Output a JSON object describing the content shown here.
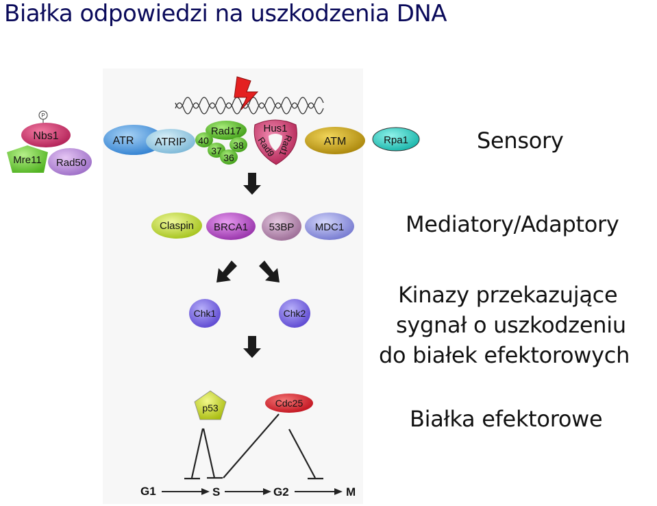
{
  "title": "Białka odpowiedzi na uszkodzenia DNA",
  "labels": {
    "sensors": "Sensory",
    "mediators": "Mediatory/Adaptory",
    "kinases_line1": "Kinazy przekazujące",
    "kinases_line2": "sygnał o uszkodzeniu",
    "kinases_line3": "do białek efektorowych",
    "effectors": "Białka efektorowe"
  },
  "proteins": {
    "p_marker": "P",
    "nbs1": "Nbs1",
    "mre11": "Mre11",
    "rad50": "Rad50",
    "atr": "ATR",
    "atrip": "ATRIP",
    "rad17": "Rad17",
    "n40": "40",
    "n37": "37",
    "n38": "38",
    "n36": "36",
    "hus1": "Hus1",
    "rad9": "Rad9",
    "rad1": "Rad1",
    "atm": "ATM",
    "rpa1": "Rpa1",
    "claspin": "Claspin",
    "brca1": "BRCA1",
    "bp53": "53BP",
    "mdc1": "MDC1",
    "chk1": "Chk1",
    "chk2": "Chk2",
    "p53": "p53",
    "cdc25": "Cdc25"
  },
  "cell_cycle": {
    "g1": "G1",
    "s": "S",
    "g2": "G2",
    "m": "M"
  },
  "colors": {
    "title": "#0a0a5a",
    "nbs1": "#d9336e",
    "atr": "#4a90d9",
    "rad17": "#59c22b",
    "hus1": "#c9305a",
    "atm": "#c9a416",
    "rpa1": "#2fd0c4",
    "claspin": "#c8e23a",
    "brca1": "#b548c6",
    "bp53": "#b88bb8",
    "mdc1": "#8a8fd8",
    "chk": "#7a66e0",
    "p53": "#c8d82a",
    "cdc25": "#d8202e"
  }
}
